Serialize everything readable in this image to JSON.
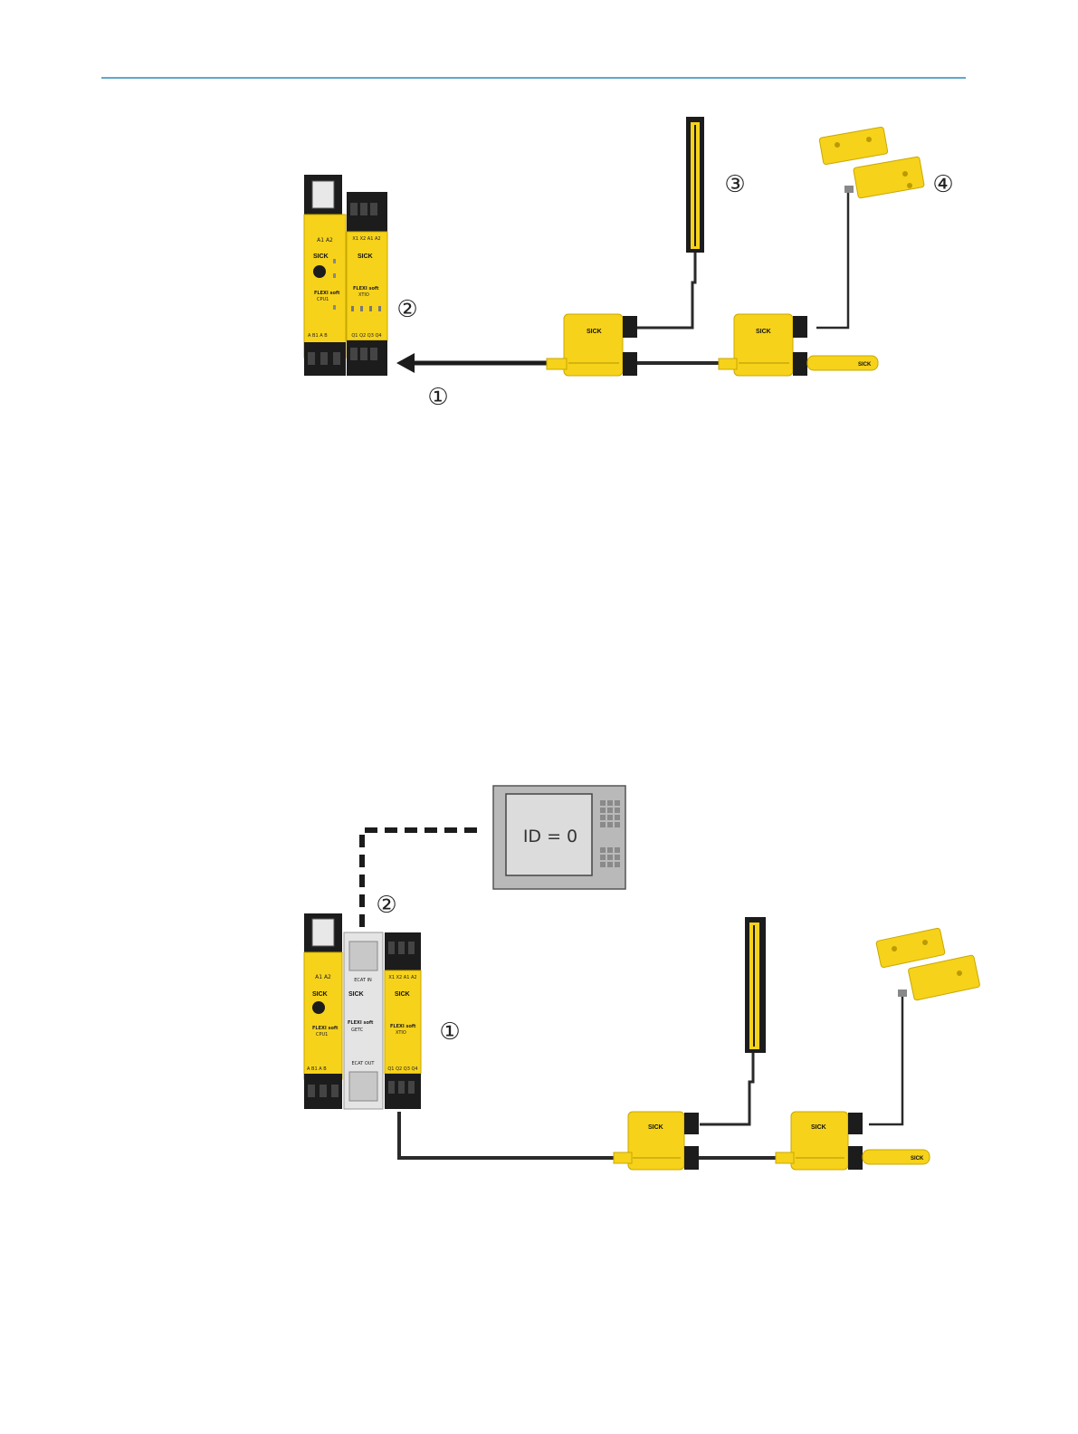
{
  "page": {
    "rule_color": "#2a8bb8"
  },
  "colors": {
    "yellow": "#f6d21b",
    "yellow_dark": "#d9b400",
    "black": "#1c1c1c",
    "cable": "#2a2a2a",
    "gateway_grey": "#e4e4e4",
    "hmi_grey": "#b9b9b9"
  },
  "figure1": {
    "callouts": [
      "①",
      "②",
      "③",
      "④"
    ],
    "cpu": {
      "brand": "SICK",
      "model": "FLEXI soft",
      "type": "CPU1",
      "top_label": "A1 A2",
      "bottom_label": "A B1 A B"
    },
    "xtio": {
      "brand": "SICK",
      "model": "FLEXI soft",
      "type": "XTIO",
      "top_label": "X1 X2 A1 A2",
      "bottom_label": "Q1 Q2 Q3 Q4"
    },
    "connector_brand": "SICK",
    "terminator_brand": "SICK"
  },
  "figure2": {
    "callouts": [
      "①",
      "②"
    ],
    "hmi_text": "ID = 0",
    "cpu": {
      "brand": "SICK",
      "model": "FLEXI soft",
      "type": "CPU1",
      "top_label": "A1 A2",
      "bottom_label": "A B1 A B"
    },
    "gateway": {
      "brand": "SICK",
      "model": "FLEXI soft",
      "type": "GETC",
      "top_label": "ECAT IN",
      "bottom_label": "ECAT OUT"
    },
    "xtio": {
      "brand": "SICK",
      "model": "FLEXI soft",
      "type": "XTIO",
      "top_label": "X1 X2 A1 A2",
      "bottom_label": "Q1 Q2 Q3 Q4"
    },
    "connector_brand": "SICK",
    "terminator_brand": "SICK"
  }
}
